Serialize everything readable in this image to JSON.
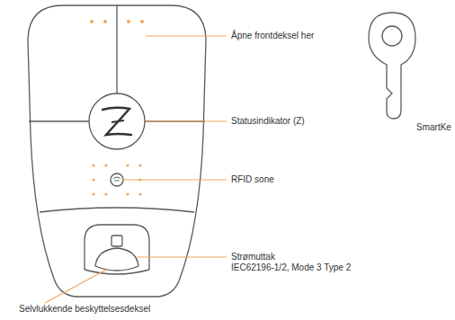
{
  "diagram": {
    "labels": [
      "Åpne frontdeksel her",
      "Statusindikator (Z)",
      "RFID sone",
      "Strømuttak",
      "IEC62196-1/2, Mode 3 Type 2",
      "Selvlukkende beskyttelsesdeksel",
      "SmartKe"
    ]
  }
}
